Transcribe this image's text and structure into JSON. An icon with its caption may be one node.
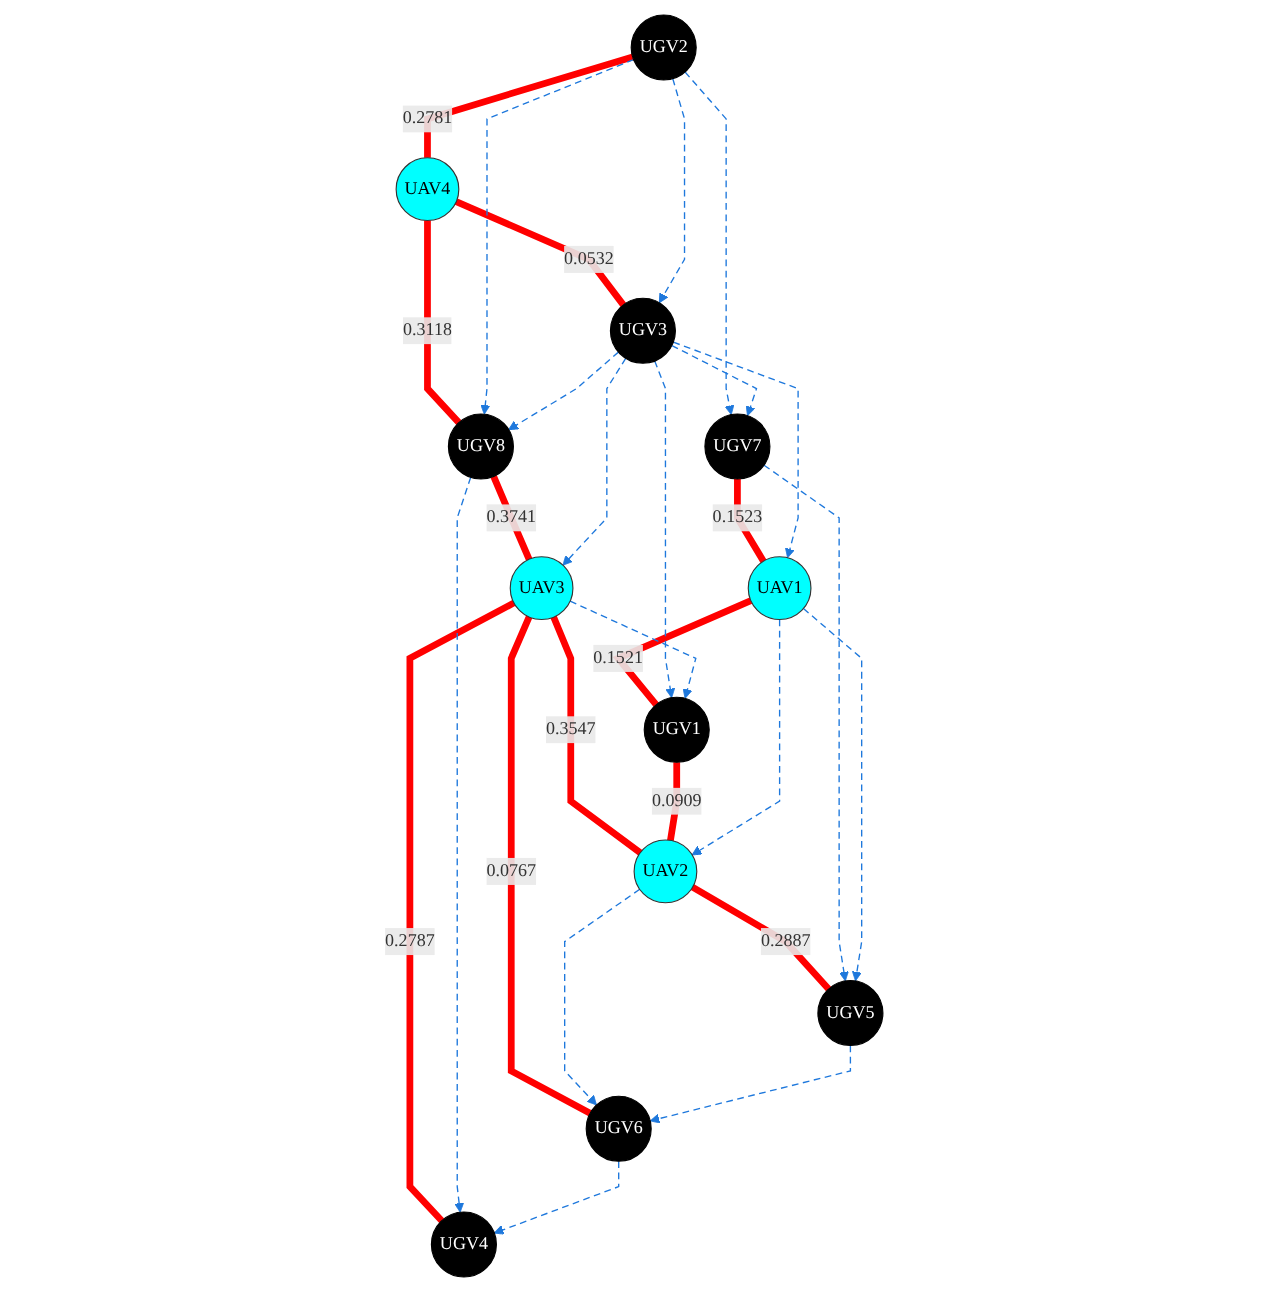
{
  "diagram": {
    "nodes": [
      {
        "text": [
          "UGV2"
        ]
      },
      {
        "text": [
          "UAV4"
        ]
      },
      {
        "text": [
          "UGV8"
        ]
      },
      {
        "text": [
          "UGV3"
        ]
      },
      {
        "text": [
          "UGV4"
        ]
      },
      {
        "text": [
          "UAV3"
        ]
      },
      {
        "text": [
          "UGV6"
        ]
      },
      {
        "text": [
          "UGV1"
        ]
      },
      {
        "text": [
          "UAV1"
        ]
      },
      {
        "text": [
          "UAV2"
        ]
      },
      {
        "text": [
          "UGV7"
        ]
      },
      {
        "text": [
          "UGV5"
        ]
      }
    ],
    "edges": [
      {
        "from": 0,
        "to": 1,
        "arrow": "none",
        "label": "0.2781",
        "style": "thick",
        "color": "#ff0000"
      },
      {
        "from": 1,
        "to": 2,
        "arrow": "none",
        "label": "0.3118",
        "style": "thick",
        "color": "#ff0000"
      },
      {
        "from": 1,
        "to": 3,
        "arrow": "none",
        "label": "0.0532",
        "style": "thick",
        "color": "#ff0000"
      },
      {
        "from": 2,
        "to": 5,
        "arrow": "none",
        "label": "0.3741",
        "style": "thick",
        "color": "#ff0000"
      },
      {
        "from": 5,
        "to": 4,
        "arrow": "none",
        "label": "0.2787",
        "style": "thick",
        "color": "#ff0000"
      },
      {
        "from": 5,
        "to": 6,
        "arrow": "none",
        "label": "0.0767",
        "style": "thick",
        "color": "#ff0000"
      },
      {
        "from": 5,
        "to": 9,
        "arrow": "none",
        "label": "0.3547",
        "style": "thick",
        "color": "#ff0000"
      },
      {
        "from": 7,
        "to": 9,
        "arrow": "none",
        "label": "0.0909",
        "style": "thick",
        "color": "#ff0000"
      },
      {
        "from": 8,
        "to": 7,
        "arrow": "none",
        "label": "0.1521",
        "style": "thick",
        "color": "#ff0000"
      },
      {
        "from": 10,
        "to": 8,
        "arrow": "none",
        "label": "0.1523",
        "style": "thick",
        "color": "#ff0000"
      },
      {
        "from": 9,
        "to": 11,
        "arrow": "none",
        "label": "0.2887",
        "style": "thick",
        "color": "#ff0000"
      },
      {
        "from": 0,
        "to": 3,
        "arrow": "to",
        "style": "dashed"
      },
      {
        "from": 0,
        "to": 10,
        "arrow": "to",
        "style": "dashed"
      },
      {
        "from": 0,
        "to": 2,
        "arrow": "to",
        "style": "dashed"
      },
      {
        "from": 3,
        "to": 2,
        "arrow": "to",
        "style": "dashed"
      },
      {
        "from": 2,
        "to": 4,
        "arrow": "to",
        "style": "dashed"
      },
      {
        "from": 3,
        "to": 5,
        "arrow": "to",
        "style": "dashed"
      },
      {
        "from": 3,
        "to": 10,
        "arrow": "to",
        "style": "dashed"
      },
      {
        "from": 3,
        "to": 8,
        "arrow": "to",
        "style": "dashed"
      },
      {
        "from": 3,
        "to": 7,
        "arrow": "to",
        "style": "dashed"
      },
      {
        "from": 5,
        "to": 7,
        "arrow": "to",
        "style": "dashed"
      },
      {
        "from": 6,
        "to": 4,
        "arrow": "to",
        "style": "dashed"
      },
      {
        "from": 8,
        "to": 9,
        "arrow": "to",
        "style": "dashed"
      },
      {
        "from": 9,
        "to": 6,
        "arrow": "to",
        "style": "dashed"
      },
      {
        "from": 11,
        "to": 6,
        "arrow": "to",
        "style": "dashed"
      },
      {
        "from": 10,
        "to": 11,
        "arrow": "to",
        "style": "dashed"
      },
      {
        "from": 8,
        "to": 11,
        "arrow": "to",
        "style": "dashed"
      }
    ]
  }
}
